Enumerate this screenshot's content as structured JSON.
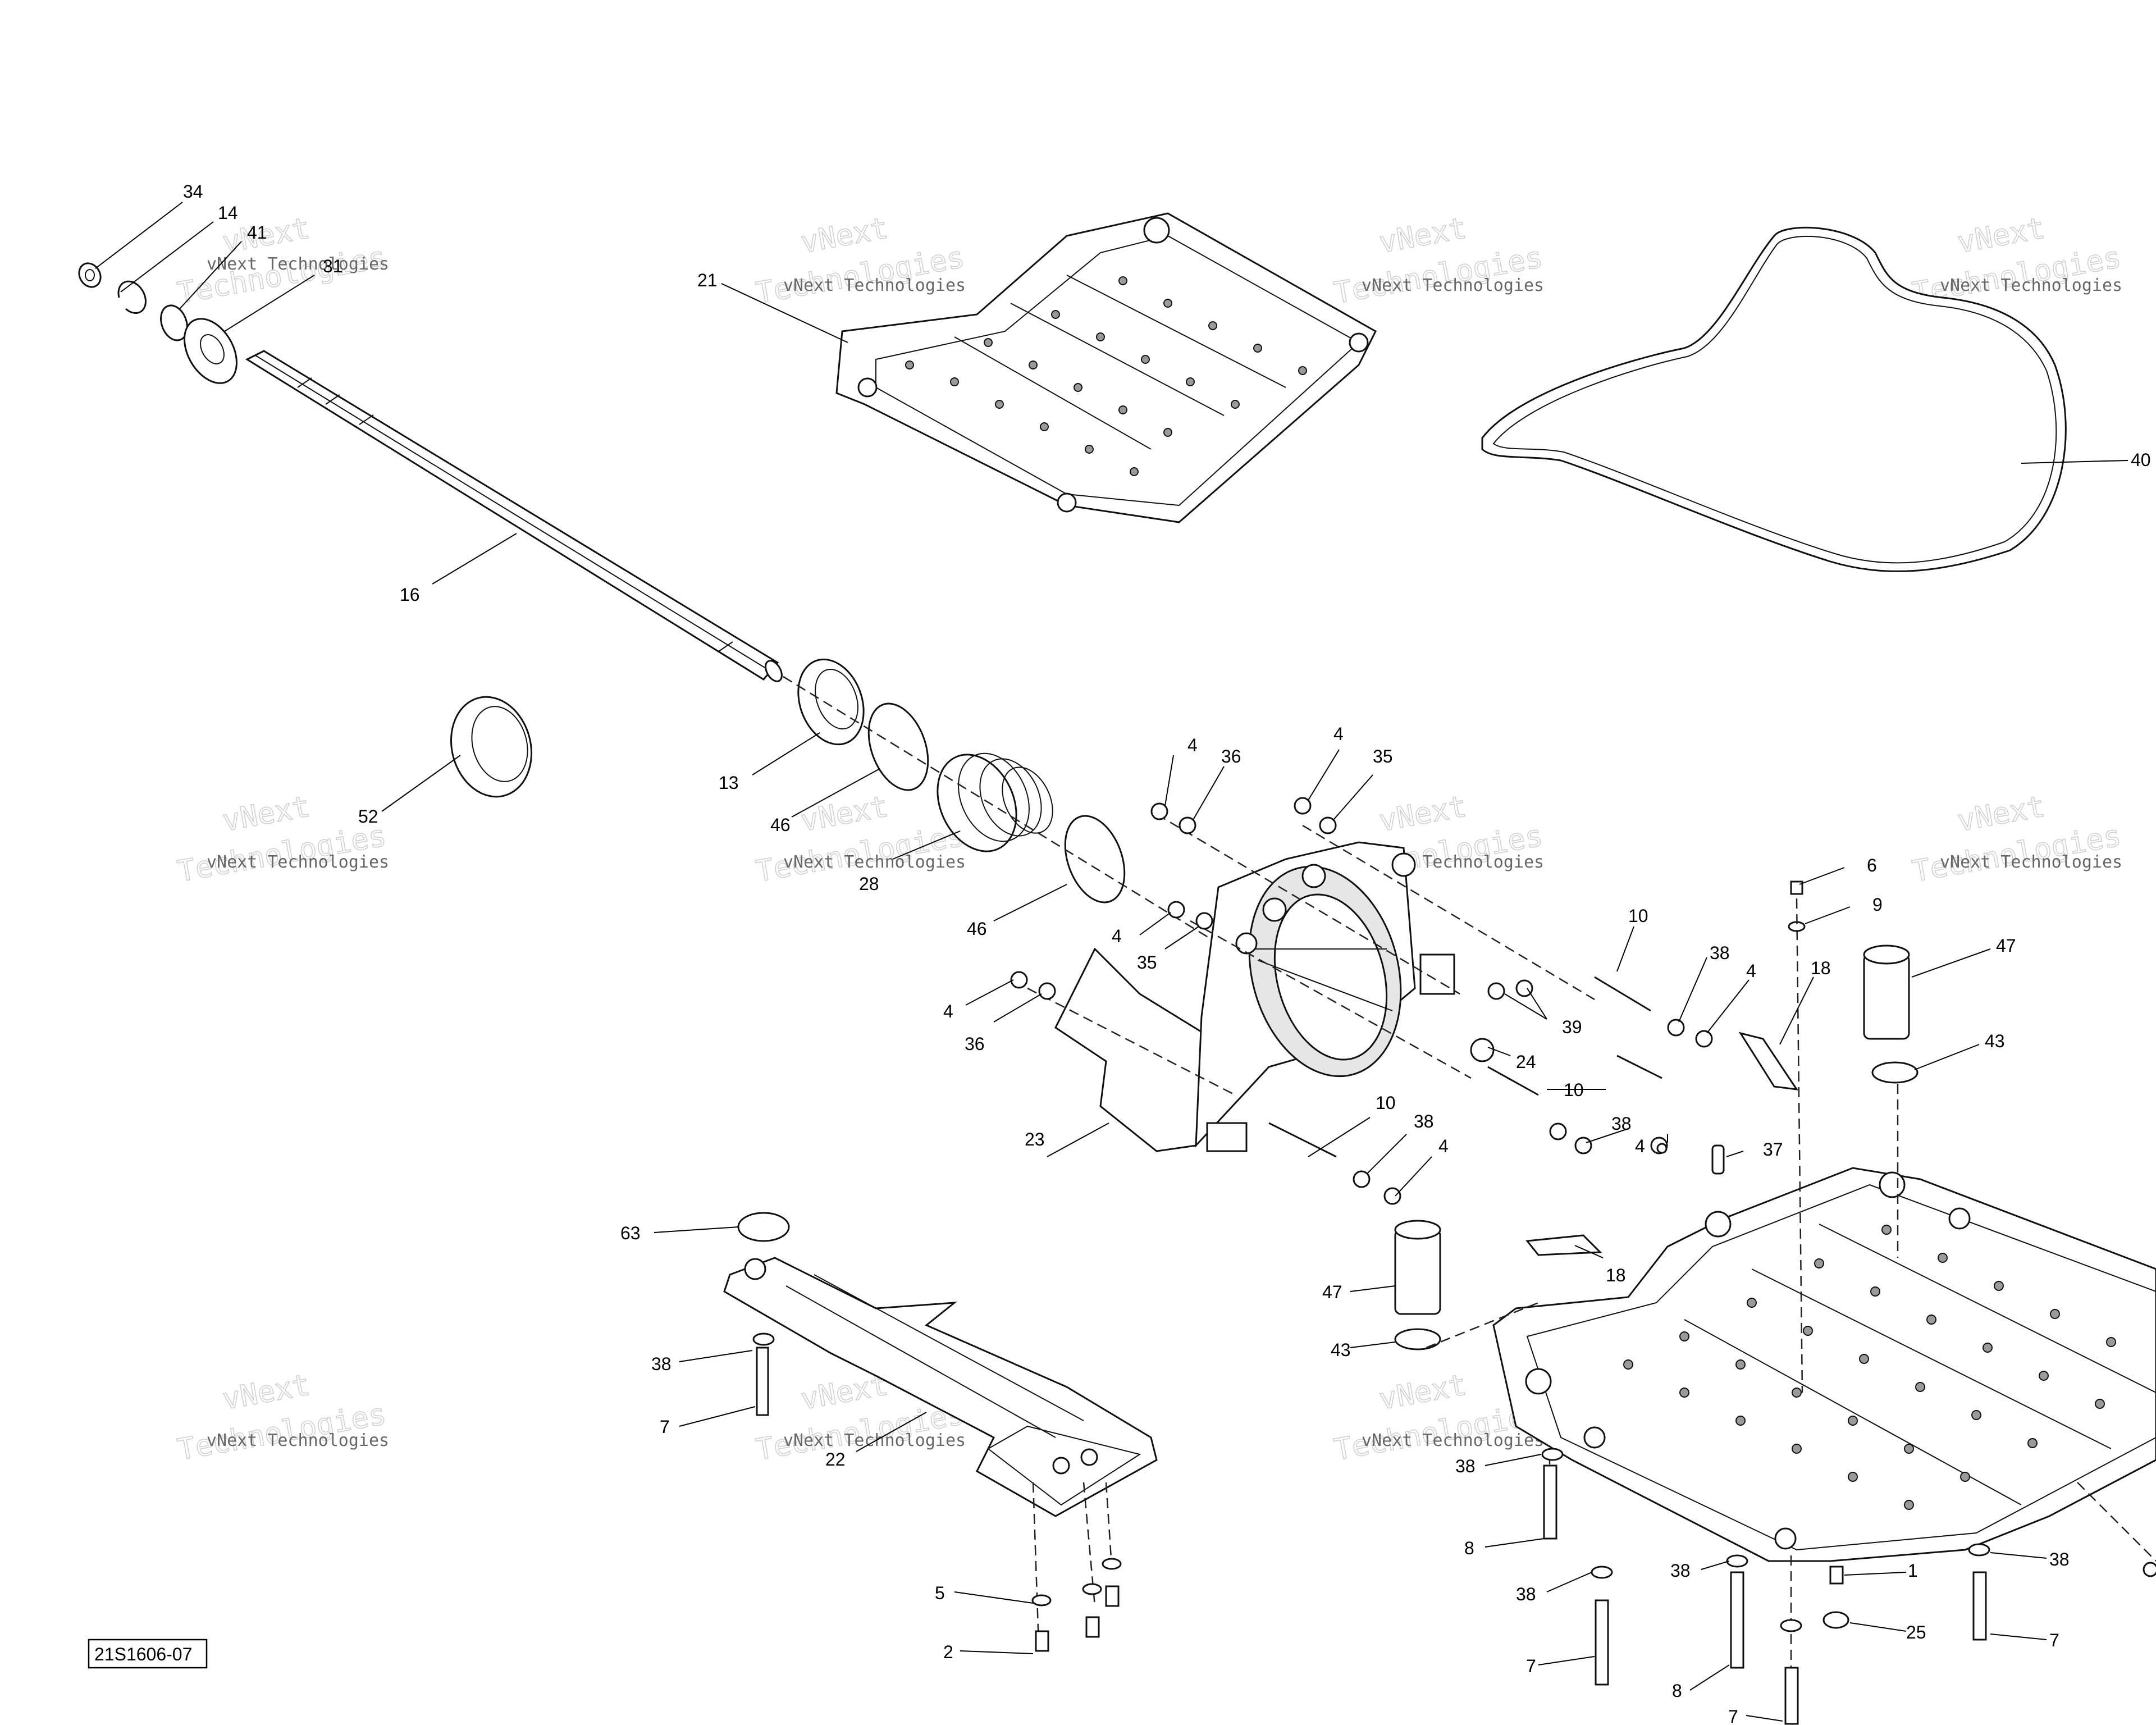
{
  "diagram": {
    "reference_code": "21S1606-07",
    "watermark_line1": "vNext",
    "watermark_line2": "Technologies",
    "watermark_small": "vNext Technologies",
    "callouts": [
      {
        "id": "c34a",
        "text": "34"
      },
      {
        "id": "c14",
        "text": "14"
      },
      {
        "id": "c41",
        "text": "41"
      },
      {
        "id": "c31",
        "text": "31"
      },
      {
        "id": "c21",
        "text": "21"
      },
      {
        "id": "c40",
        "text": "40"
      },
      {
        "id": "c16",
        "text": "16"
      },
      {
        "id": "c13",
        "text": "13"
      },
      {
        "id": "c52",
        "text": "52"
      },
      {
        "id": "c46a",
        "text": "46"
      },
      {
        "id": "c28",
        "text": "28"
      },
      {
        "id": "c46b",
        "text": "46"
      },
      {
        "id": "c4a",
        "text": "4"
      },
      {
        "id": "c36a",
        "text": "36"
      },
      {
        "id": "c4b",
        "text": "4"
      },
      {
        "id": "c35a",
        "text": "35"
      },
      {
        "id": "c4c",
        "text": "4"
      },
      {
        "id": "c35b",
        "text": "35"
      },
      {
        "id": "c4d",
        "text": "4"
      },
      {
        "id": "c36b",
        "text": "36"
      },
      {
        "id": "c6",
        "text": "6"
      },
      {
        "id": "c9",
        "text": "9"
      },
      {
        "id": "c10a",
        "text": "10"
      },
      {
        "id": "c38a",
        "text": "38"
      },
      {
        "id": "c4e",
        "text": "4"
      },
      {
        "id": "c47a",
        "text": "47"
      },
      {
        "id": "c18a",
        "text": "18"
      },
      {
        "id": "c43a",
        "text": "43"
      },
      {
        "id": "c39",
        "text": "39"
      },
      {
        "id": "c24",
        "text": "24"
      },
      {
        "id": "c10b",
        "text": "10"
      },
      {
        "id": "c38b",
        "text": "38"
      },
      {
        "id": "c4f",
        "text": "4"
      },
      {
        "id": "c23",
        "text": "23"
      },
      {
        "id": "c10c",
        "text": "10"
      },
      {
        "id": "c38c",
        "text": "38"
      },
      {
        "id": "c4g",
        "text": "4"
      },
      {
        "id": "c37",
        "text": "37"
      },
      {
        "id": "c63",
        "text": "63"
      },
      {
        "id": "c18b",
        "text": "18"
      },
      {
        "id": "c47b",
        "text": "47"
      },
      {
        "id": "c43b",
        "text": "43"
      },
      {
        "id": "c38d",
        "text": "38"
      },
      {
        "id": "c7a",
        "text": "7"
      },
      {
        "id": "c22",
        "text": "22"
      },
      {
        "id": "c38e",
        "text": "38"
      },
      {
        "id": "c8a",
        "text": "8"
      },
      {
        "id": "c38f",
        "text": "38"
      },
      {
        "id": "c38g",
        "text": "38"
      },
      {
        "id": "c1",
        "text": "1"
      },
      {
        "id": "c38h",
        "text": "38"
      },
      {
        "id": "c25",
        "text": "25"
      },
      {
        "id": "c7b",
        "text": "7"
      },
      {
        "id": "c5",
        "text": "5"
      },
      {
        "id": "c2",
        "text": "2"
      },
      {
        "id": "c7c",
        "text": "7"
      },
      {
        "id": "c8b",
        "text": "8"
      },
      {
        "id": "c7d",
        "text": "7"
      }
    ]
  }
}
